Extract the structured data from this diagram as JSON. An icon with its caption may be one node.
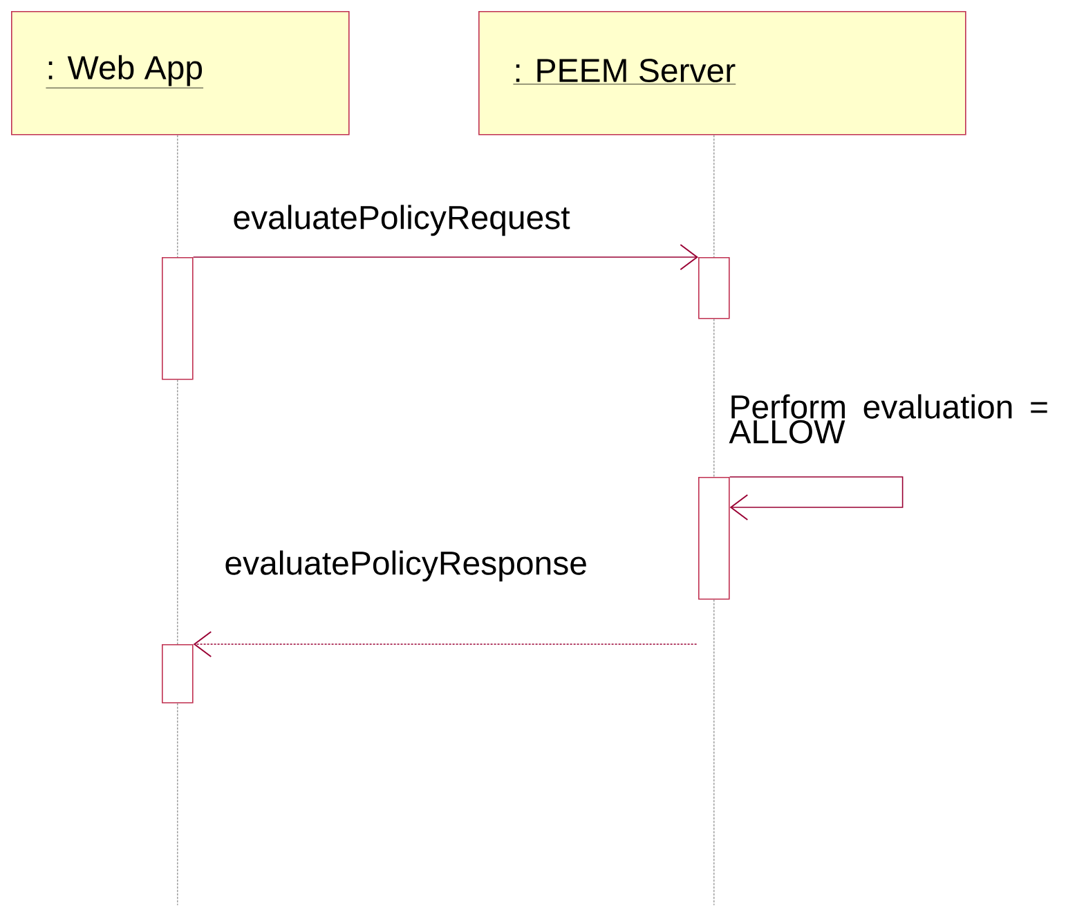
{
  "diagram": {
    "nodes": [
      {
        "text": [
          ": Web App"
        ]
      },
      {
        "text": [
          ": PEEM Server"
        ]
      },
      {
        "text": [],
        "shape": "box"
      },
      {
        "text": [],
        "shape": "box"
      },
      {
        "text": [],
        "shape": "box"
      },
      {
        "text": [],
        "shape": "box"
      }
    ],
    "edges": [
      {
        "from": 0,
        "to": 2,
        "arrow": "none",
        "style": "dashed"
      },
      {
        "from": 2,
        "to": 5,
        "arrow": "none",
        "style": "dashed"
      },
      {
        "from": 5,
        "to": null,
        "arrow": "none",
        "style": "dashed"
      },
      {
        "from": 1,
        "to": 3,
        "arrow": "none",
        "style": "dashed"
      },
      {
        "from": 3,
        "to": 4,
        "arrow": "none",
        "style": "dashed"
      },
      {
        "from": 4,
        "to": null,
        "arrow": "none",
        "style": "dashed"
      },
      {
        "from": 2,
        "to": 3,
        "arrow": "to",
        "label": "evaluatePolicyRequest",
        "color": "#990033"
      },
      {
        "from": 4,
        "to": 4,
        "arrow": "to",
        "label": "Perform evaluation = ALLOW",
        "color": "#990033"
      },
      {
        "from": null,
        "to": 5,
        "arrow": "to",
        "label": "evaluatePolicyResponse",
        "style": "dashed",
        "color": "#990033"
      }
    ]
  }
}
